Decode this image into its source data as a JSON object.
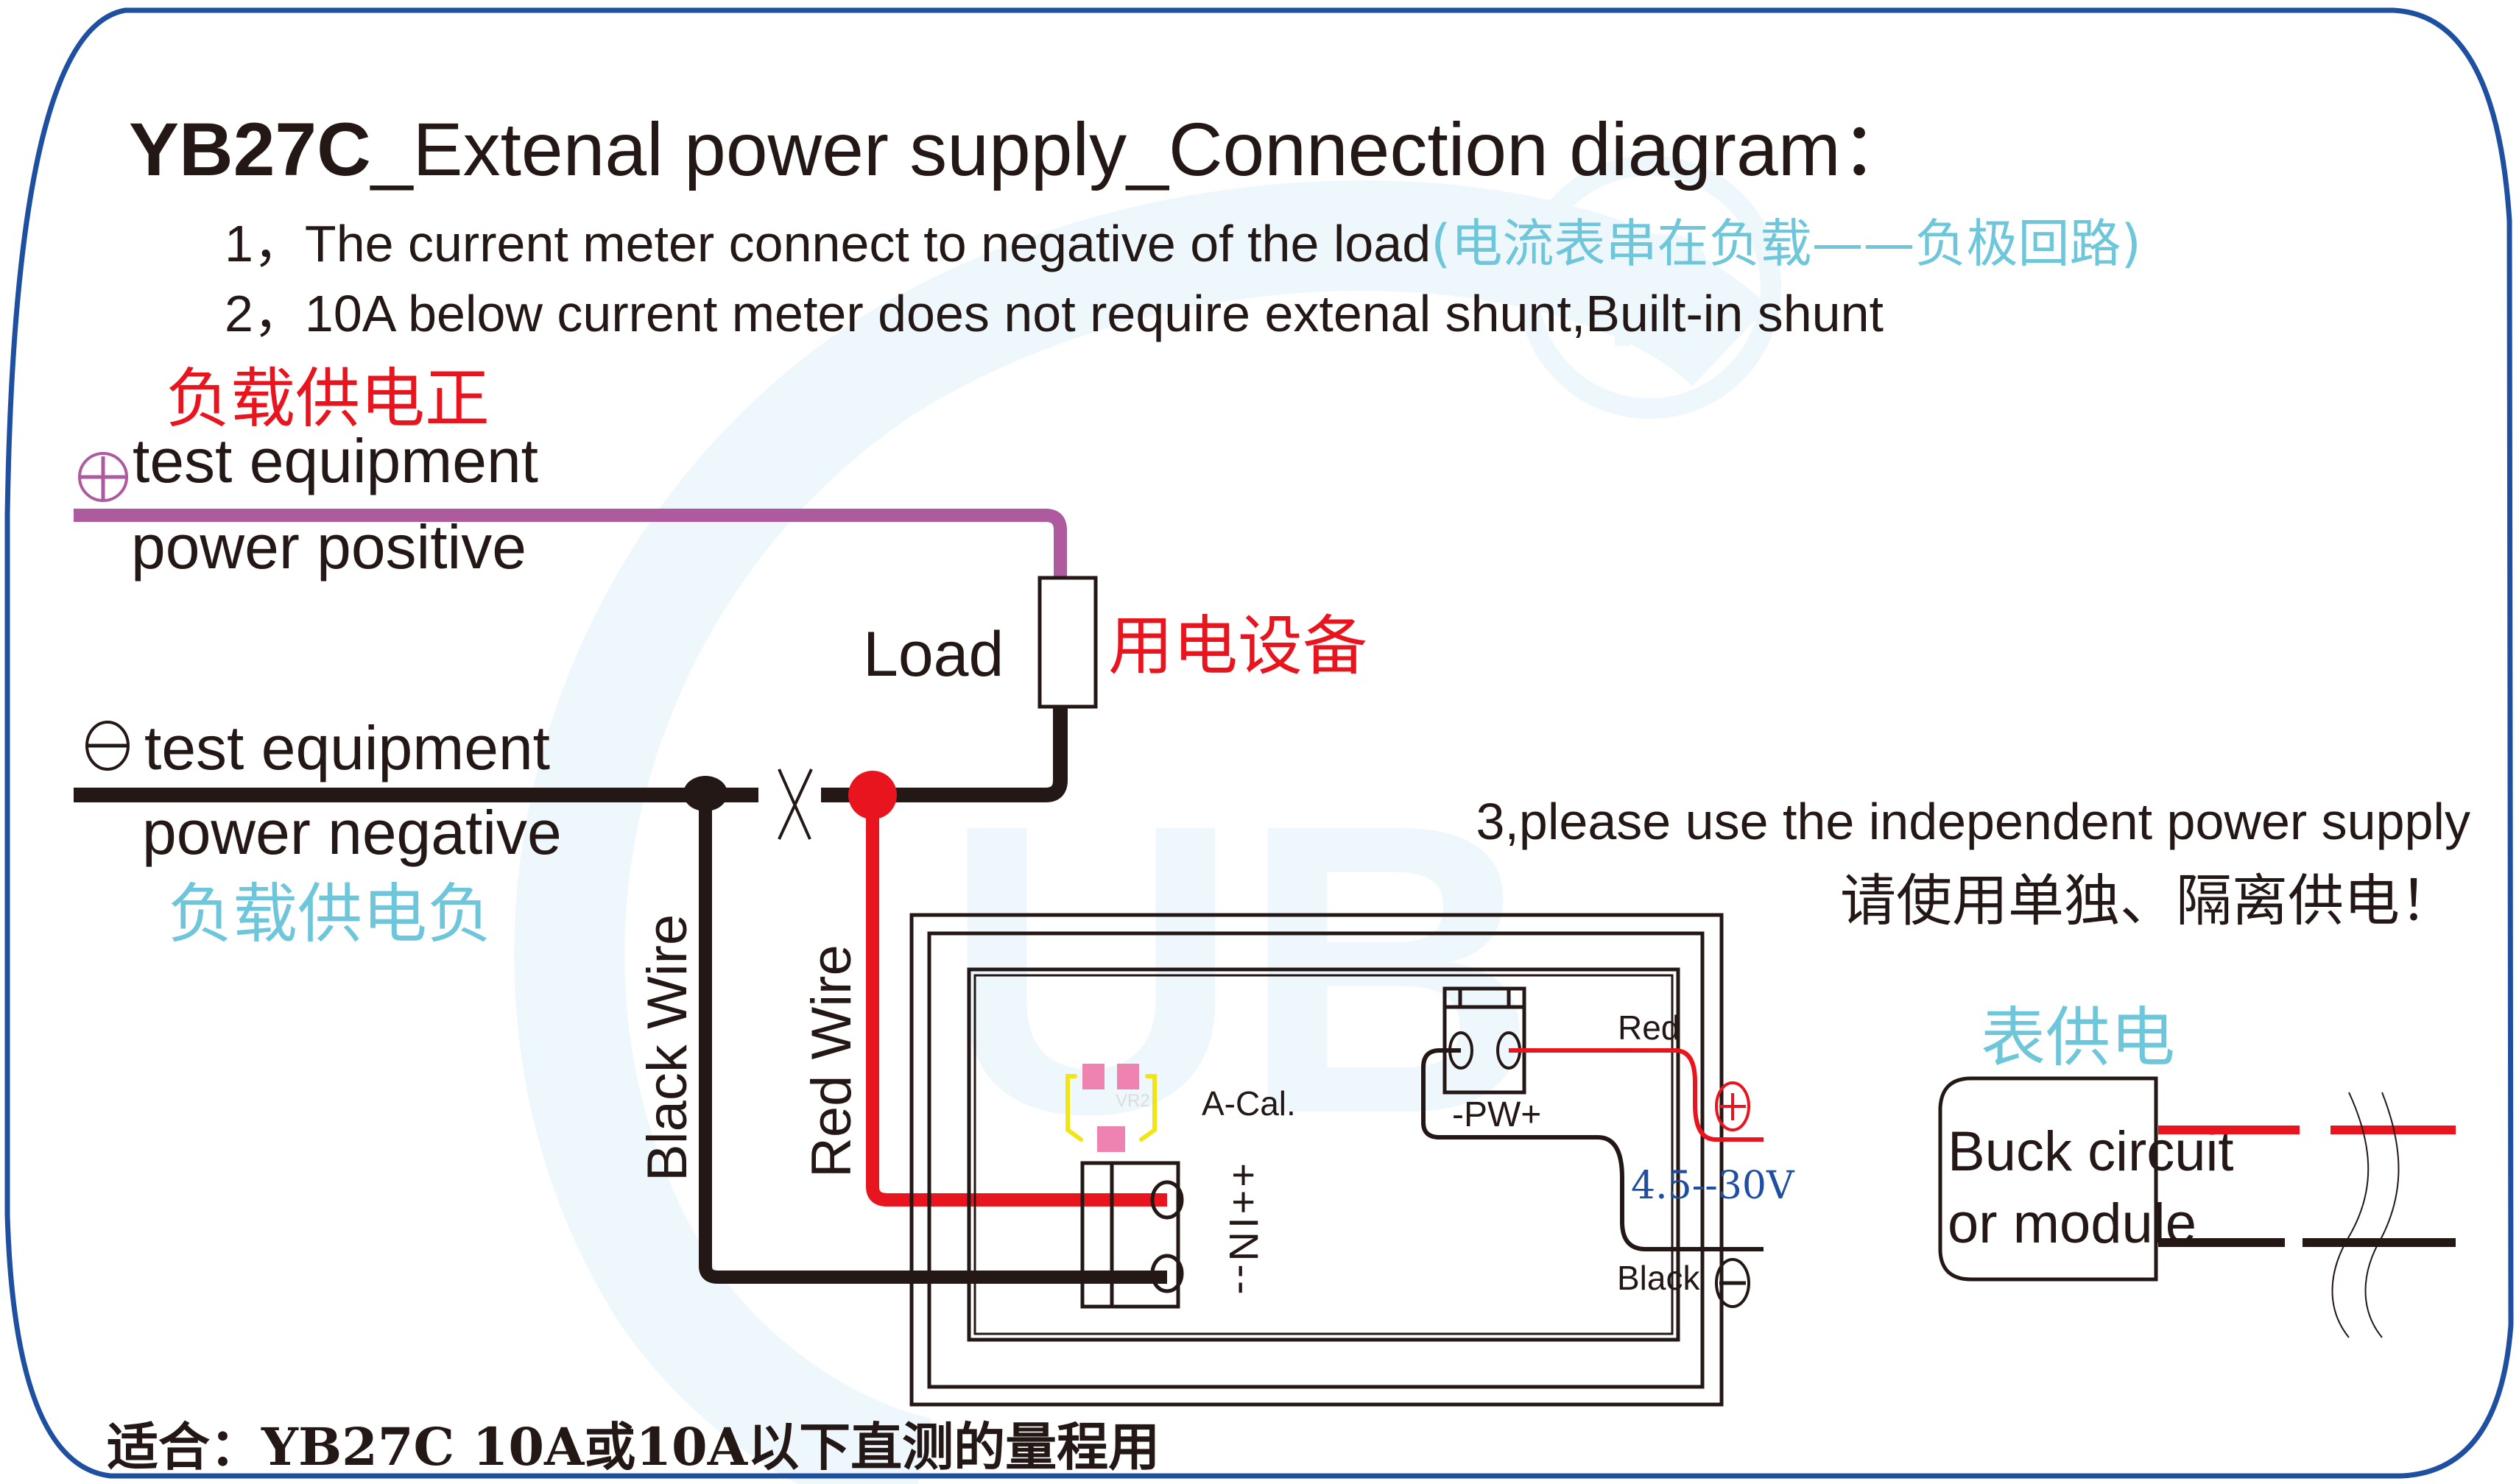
{
  "title": {
    "bold_part": "YB27C",
    "rest": "_Extenal power supply_Connection diagram："
  },
  "notes": [
    {
      "text": "1，The current meter connect to negative of the load",
      "cn": "(电流表串在负载——负极回路)"
    },
    {
      "text": "2，10A below current meter does not require extenal shunt,Built-in shunt"
    }
  ],
  "note3": {
    "text": "3,please use the independent power supply",
    "cn": "请使用单独、隔离供电！"
  },
  "positive_rail": {
    "cn_label": "负载供电正",
    "symbol": "⊕",
    "line1": "test equipment",
    "line2": "power positive"
  },
  "negative_rail": {
    "cn_label": "负载供电负",
    "symbol": "⊖",
    "line1": "test equipment",
    "line2": "power negative"
  },
  "load": {
    "label": "Load",
    "cn_label": "用电设备"
  },
  "wires": {
    "black": "Black Wire",
    "red": "Red Wire",
    "break_mark": "X"
  },
  "meter": {
    "input_label": "++IN--",
    "pot_label": "VR2",
    "cal_label": "A-Cal.",
    "power_label": "-PW+"
  },
  "supply": {
    "red_label": "Red",
    "black_label": "Black",
    "voltage": "4.5--30V",
    "box_line1": "Buck circuit",
    "box_line2": "or module",
    "cn_label": "表供电",
    "plus": "+",
    "minus": "−"
  },
  "footer": "适合：YB27C 10A或10A以下直测的量程用",
  "colors": {
    "frame": "#1f4fa0",
    "positive_wire": "#ad5a9e",
    "red_wire": "#e8151f",
    "black_wire": "#231815",
    "cyan_text": "#6ec6da",
    "red_text": "#e8151f",
    "blue_text": "#1f4fa0",
    "watermark": "#eef7fc",
    "pad": "#ee82b0",
    "silkscreen": "#f2e515"
  }
}
